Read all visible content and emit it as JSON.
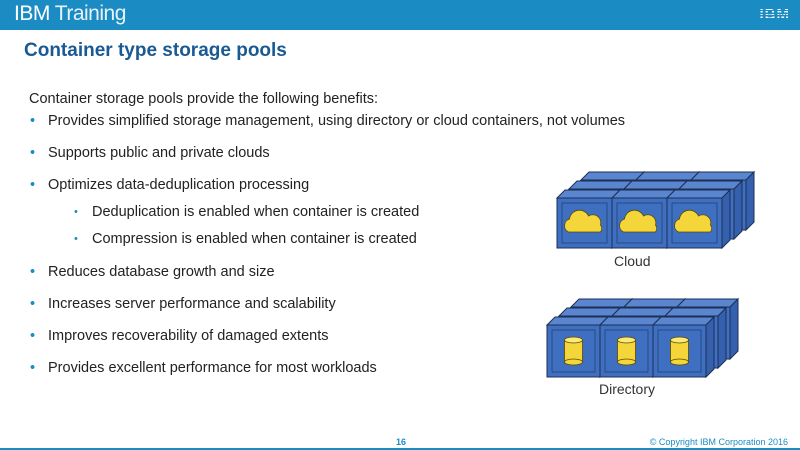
{
  "header": {
    "brand_bold": "IBM",
    "brand_rest": " Training",
    "logo": "IBM"
  },
  "title": "Container type storage pools",
  "intro": "Container storage pools provide the following benefits:",
  "bullets": [
    "Provides simplified storage management, using directory or cloud containers, not volumes",
    "Supports public and private clouds",
    "Optimizes data-deduplication processing",
    "Deduplication is enabled when container is created",
    "Compression is enabled when container is created",
    "Reduces database growth and size",
    "Increases server performance and scalability",
    "Improves recoverability of damaged extents",
    "Provides excellent performance for most workloads"
  ],
  "diagram": {
    "cloud_label": "Cloud",
    "directory_label": "Directory",
    "cube_color": "#3f6fc0",
    "content_color": "#f5d63a"
  },
  "footer": {
    "page": "16",
    "copyright": "© Copyright IBM Corporation 2016"
  }
}
